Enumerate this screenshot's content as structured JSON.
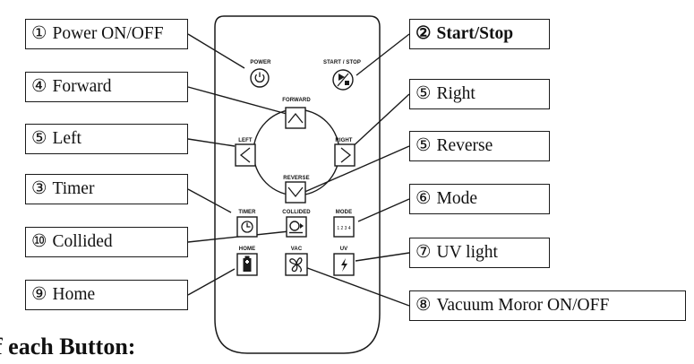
{
  "remote": {
    "buttons": {
      "power": "POWER",
      "start_stop": "START / STOP",
      "forward": "FORWARD",
      "left": "LEFT",
      "right": "RIGHT",
      "reverse": "REVERSE",
      "timer": "TIMER",
      "collided": "COLLIDED",
      "mode": "MODE",
      "mode_glyph": "1 2 3 4",
      "home": "HOME",
      "vac": "VAC",
      "uv": "UV"
    }
  },
  "callouts": {
    "power": {
      "num": "①",
      "text": "Power ON/OFF"
    },
    "start_stop": {
      "num": "②",
      "text": "Start/Stop"
    },
    "forward": {
      "num": "④",
      "text": "Forward"
    },
    "right": {
      "num": "⑤",
      "text": "Right"
    },
    "left": {
      "num": "⑤",
      "text": "Left"
    },
    "reverse": {
      "num": "⑤",
      "text": "Reverse"
    },
    "timer": {
      "num": "③",
      "text": "Timer"
    },
    "mode": {
      "num": "⑥",
      "text": "Mode"
    },
    "collided": {
      "num": "⑩",
      "text": "Collided"
    },
    "uv": {
      "num": "⑦",
      "text": "UV light"
    },
    "home": {
      "num": "⑨",
      "text": "Home"
    },
    "vac": {
      "num": "⑧",
      "text": "Vacuum Moror ON/OFF"
    }
  },
  "section_heading": "f each Button:"
}
